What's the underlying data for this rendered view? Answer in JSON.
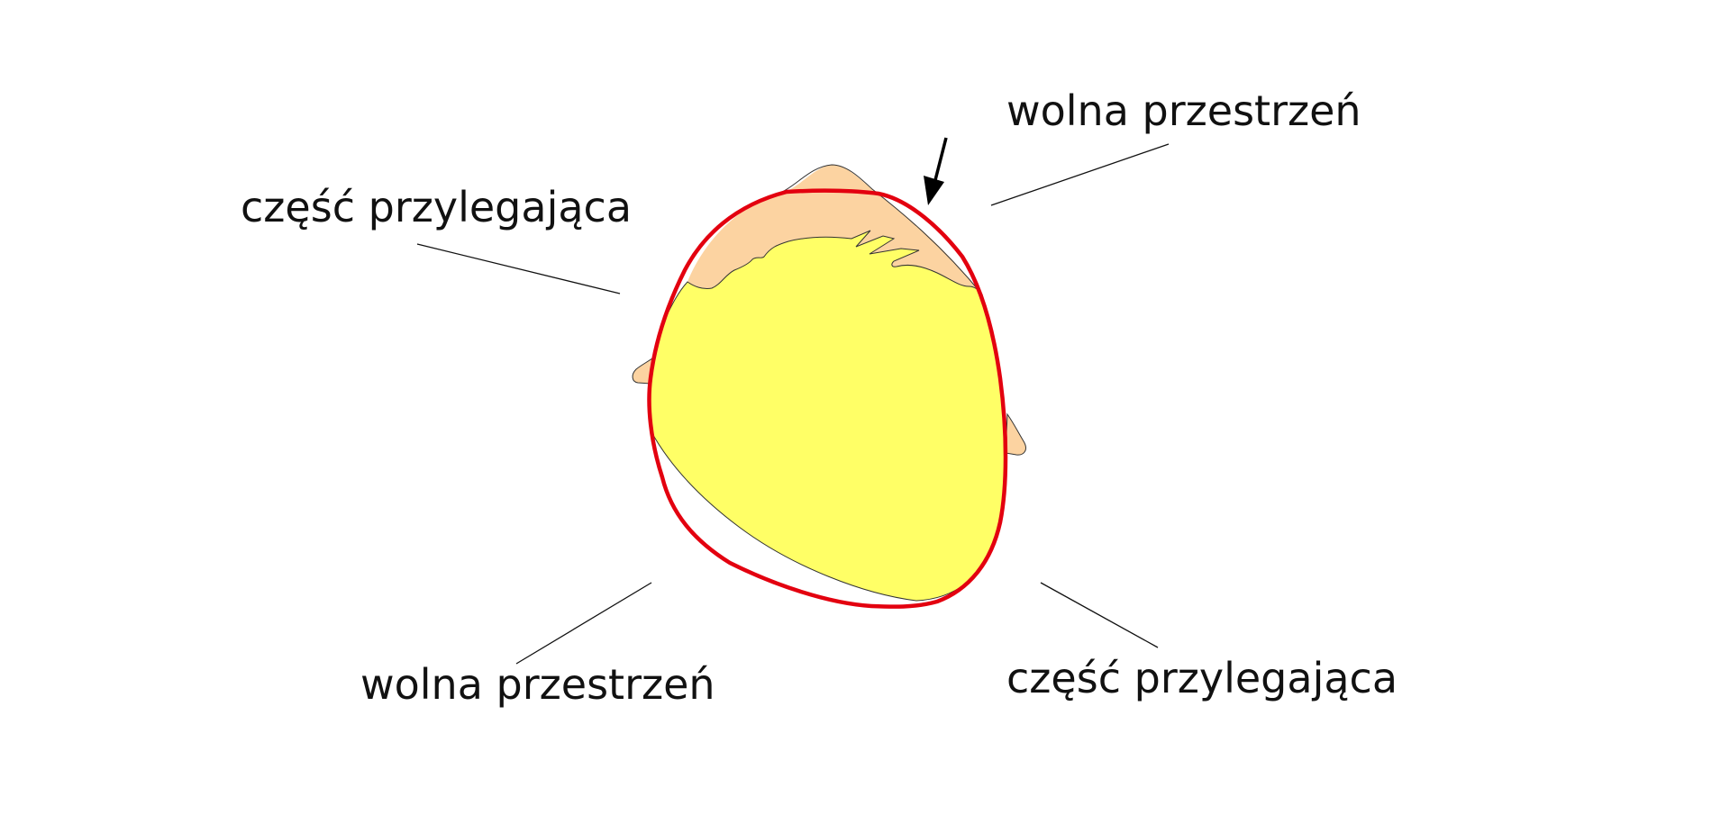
{
  "diagram": {
    "subject": "head-top-view-fit",
    "colors": {
      "background": "#ffffff",
      "outline_red": "#e3000f",
      "hair_yellow": "#ffff66",
      "skin": "#fcd3a1",
      "ink": "#111111"
    },
    "labels": [
      {
        "id": "top-left",
        "text": "część przylegająca"
      },
      {
        "id": "top-right",
        "text": "wolna przestrzeń"
      },
      {
        "id": "bottom-left",
        "text": "wolna przestrzeń"
      },
      {
        "id": "bottom-right",
        "text": "część przylegająca"
      }
    ],
    "arrow": {
      "icon": "down-arrow-icon",
      "points_to": "wolna przestrzeń (top-right gap)"
    }
  }
}
